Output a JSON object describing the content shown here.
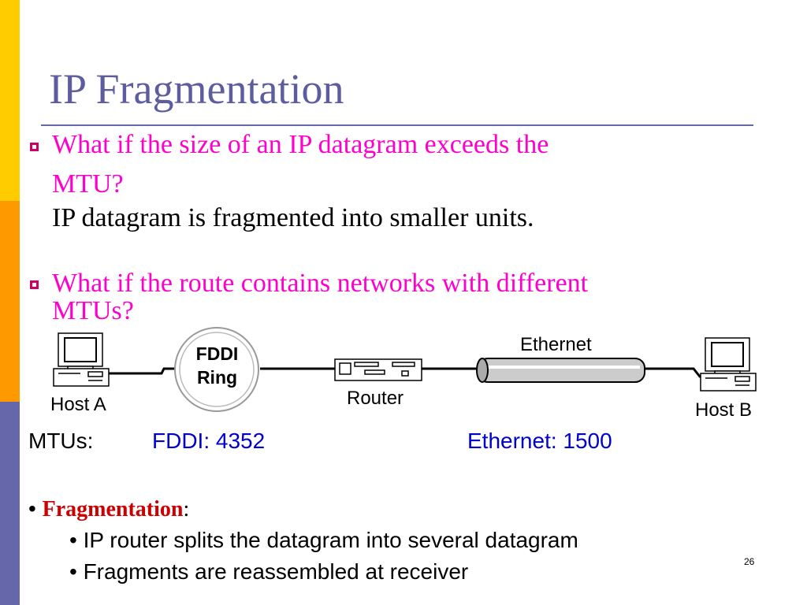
{
  "title": "IP Fragmentation",
  "bullets": [
    {
      "question_line1": "What if the size of  an IP datagram exceeds the",
      "question_line2": "MTU?",
      "answer": "IP datagram is fragmented into smaller units."
    },
    {
      "question_line1": "What if the route contains networks with different",
      "question_line2": "MTUs?"
    }
  ],
  "diagram": {
    "host_a": "Host A",
    "fddi_line1": "FDDI",
    "fddi_line2": "Ring",
    "router": "Router",
    "ethernet": "Ethernet",
    "host_b": "Host B"
  },
  "mtus": {
    "label": "MTUs:",
    "fddi": "FDDI: 4352",
    "ethernet": "Ethernet: 1500"
  },
  "fragmentation": {
    "bullet": "•",
    "term": "Fragmentation",
    "colon": ":",
    "points": [
      "• IP router splits the datagram into several datagram",
      "• Fragments are reassembled at receiver"
    ]
  },
  "page_number": "26",
  "colors": {
    "title": "#5c5c9e",
    "question": "#ff00cc",
    "mtu_values": "#0000cc",
    "fragmentation_term": "#cc0000",
    "sidebar": [
      "#ffcc00",
      "#ff9900",
      "#6666aa"
    ]
  }
}
